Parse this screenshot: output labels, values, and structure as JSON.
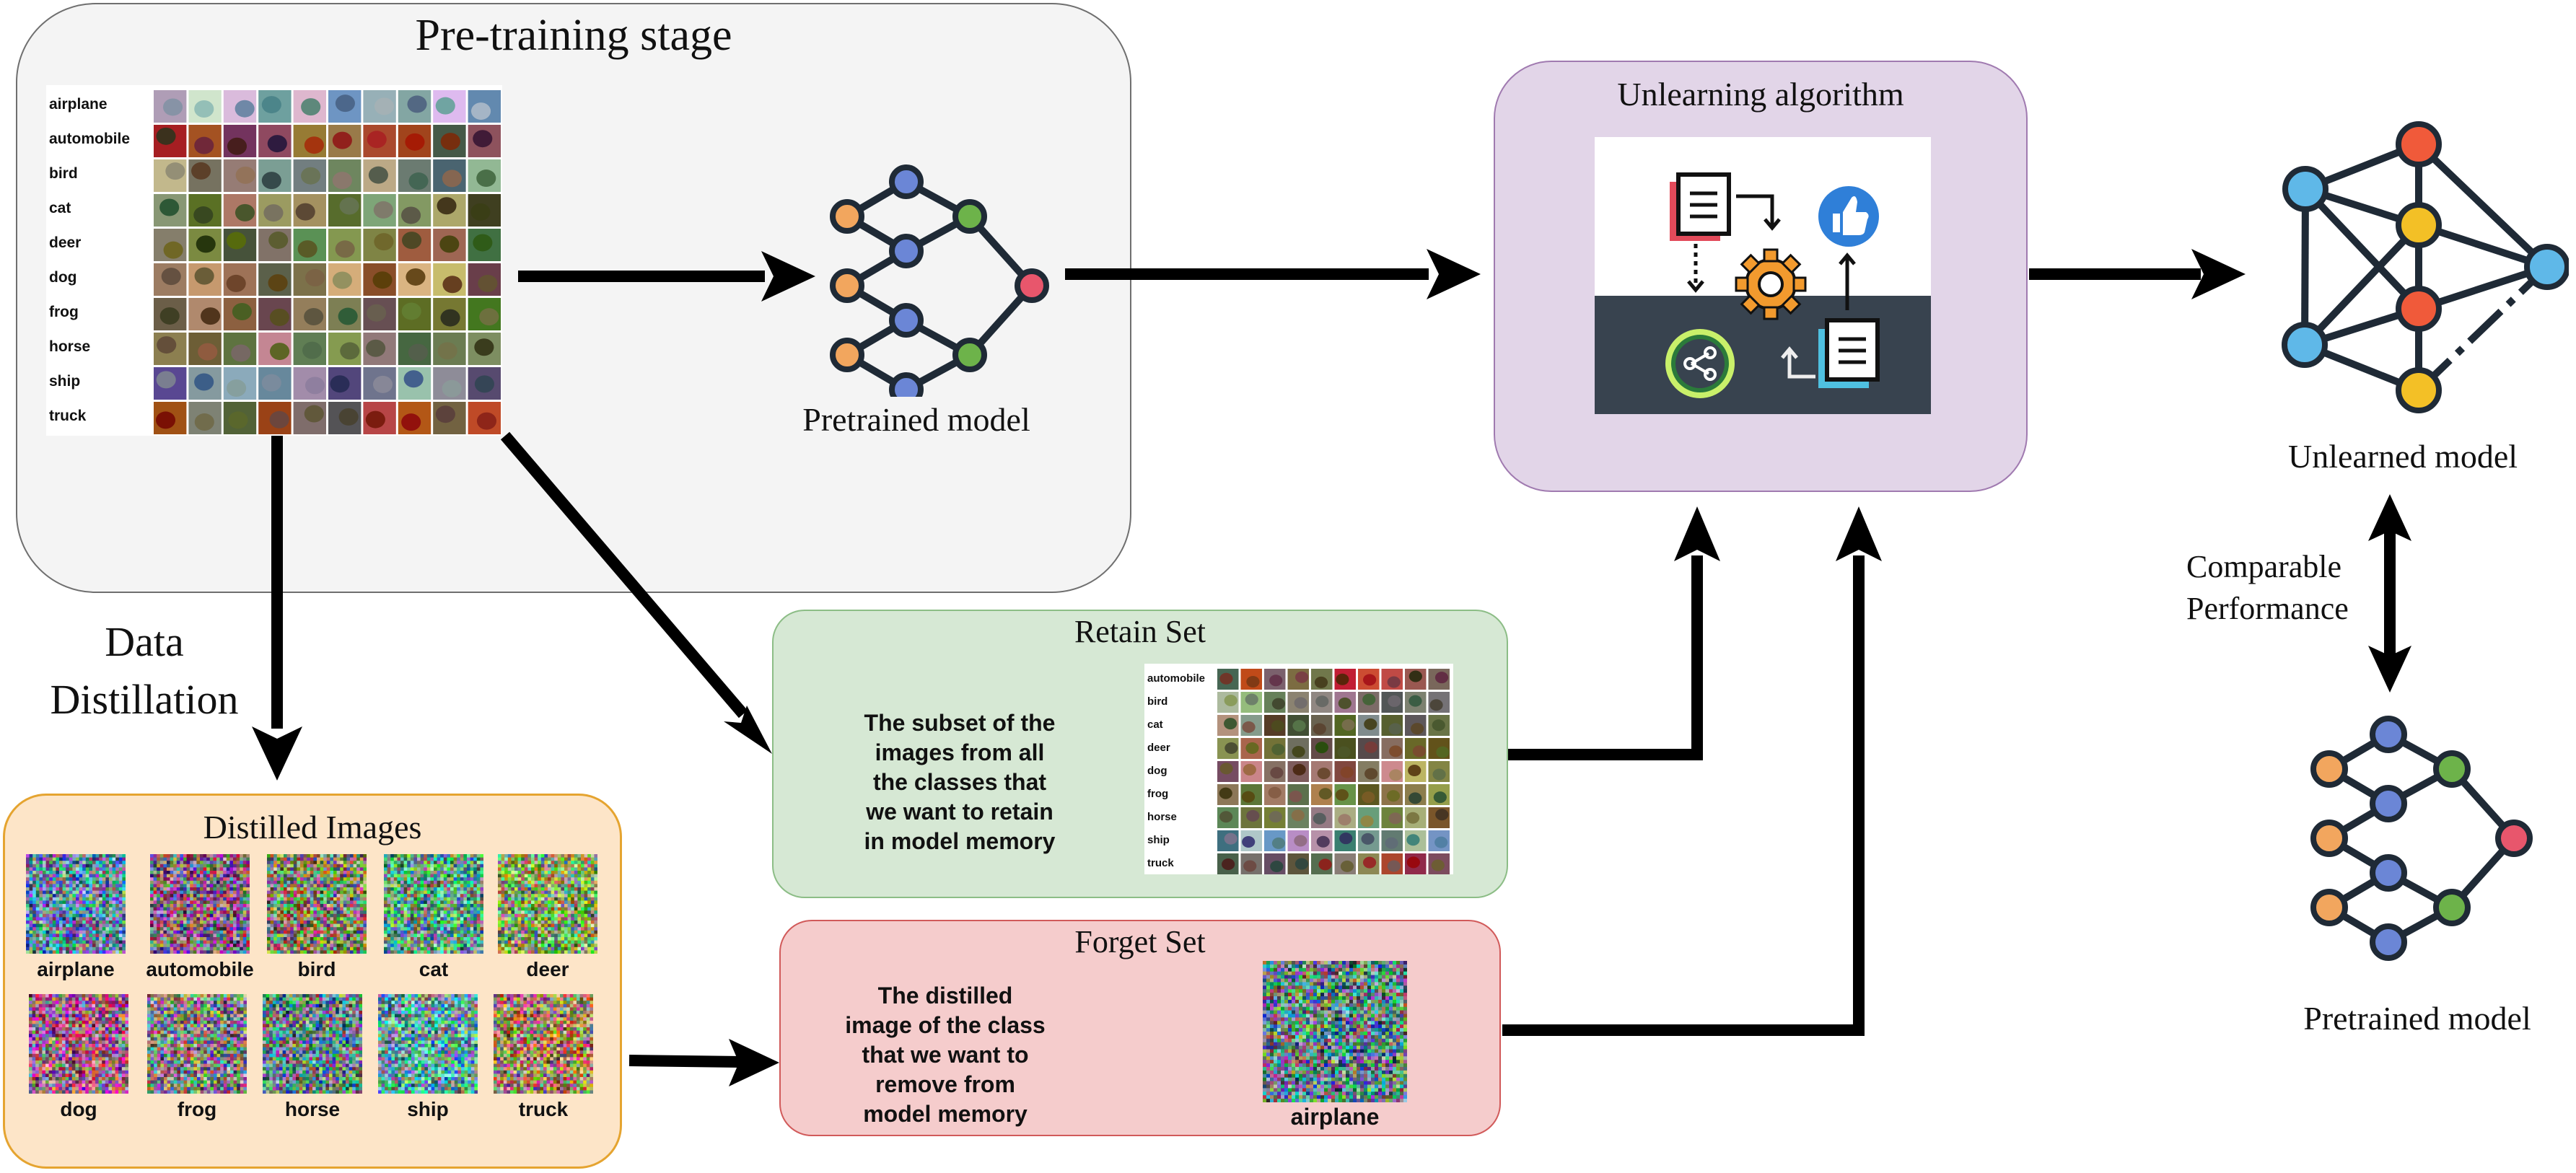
{
  "pretraining": {
    "title": "Pre-training stage",
    "class_labels": [
      "airplane",
      "automobile",
      "bird",
      "cat",
      "deer",
      "dog",
      "frog",
      "horse",
      "ship",
      "truck"
    ],
    "model_label": "Pretrained model"
  },
  "distillation_label_line1": "Data",
  "distillation_label_line2": "Distillation",
  "distilled": {
    "title": "Distilled Images",
    "row1": [
      "airplane",
      "automobile",
      "bird",
      "cat",
      "deer"
    ],
    "row2": [
      "dog",
      "frog",
      "horse",
      "ship",
      "truck"
    ]
  },
  "retain": {
    "title": "Retain Set",
    "description": [
      "The subset of the",
      "images from all",
      "the classes that",
      "we want to retain",
      "in model memory"
    ],
    "class_labels": [
      "automobile",
      "bird",
      "cat",
      "deer",
      "dog",
      "frog",
      "horse",
      "ship",
      "truck"
    ]
  },
  "forget": {
    "title": "Forget Set",
    "description": [
      "The distilled",
      "image of the class",
      "that we want to",
      "remove from",
      "model memory"
    ],
    "image_label": "airplane"
  },
  "unlearning": {
    "title": "Unlearning algorithm"
  },
  "unlearned_label": "Unlearned model",
  "comparable": [
    "Comparable",
    "Performance"
  ],
  "pretrained_right_label": "Pretrained model",
  "colors": {
    "pretrain_bg": "#f4f4f4",
    "unlearn_bg": "#e2d5e8",
    "retain_bg": "#d6e8d4",
    "forget_bg": "#f5cccc",
    "distilled_bg": "#fde5c8",
    "node_blue": "#6b86d6",
    "node_orange": "#f2a65e",
    "node_green": "#6db34a",
    "node_red": "#e8566c",
    "node_sky": "#5fb8e8",
    "node_yellow": "#f3c026",
    "node_redorange": "#f05a3a",
    "edge": "#1f2a36"
  }
}
